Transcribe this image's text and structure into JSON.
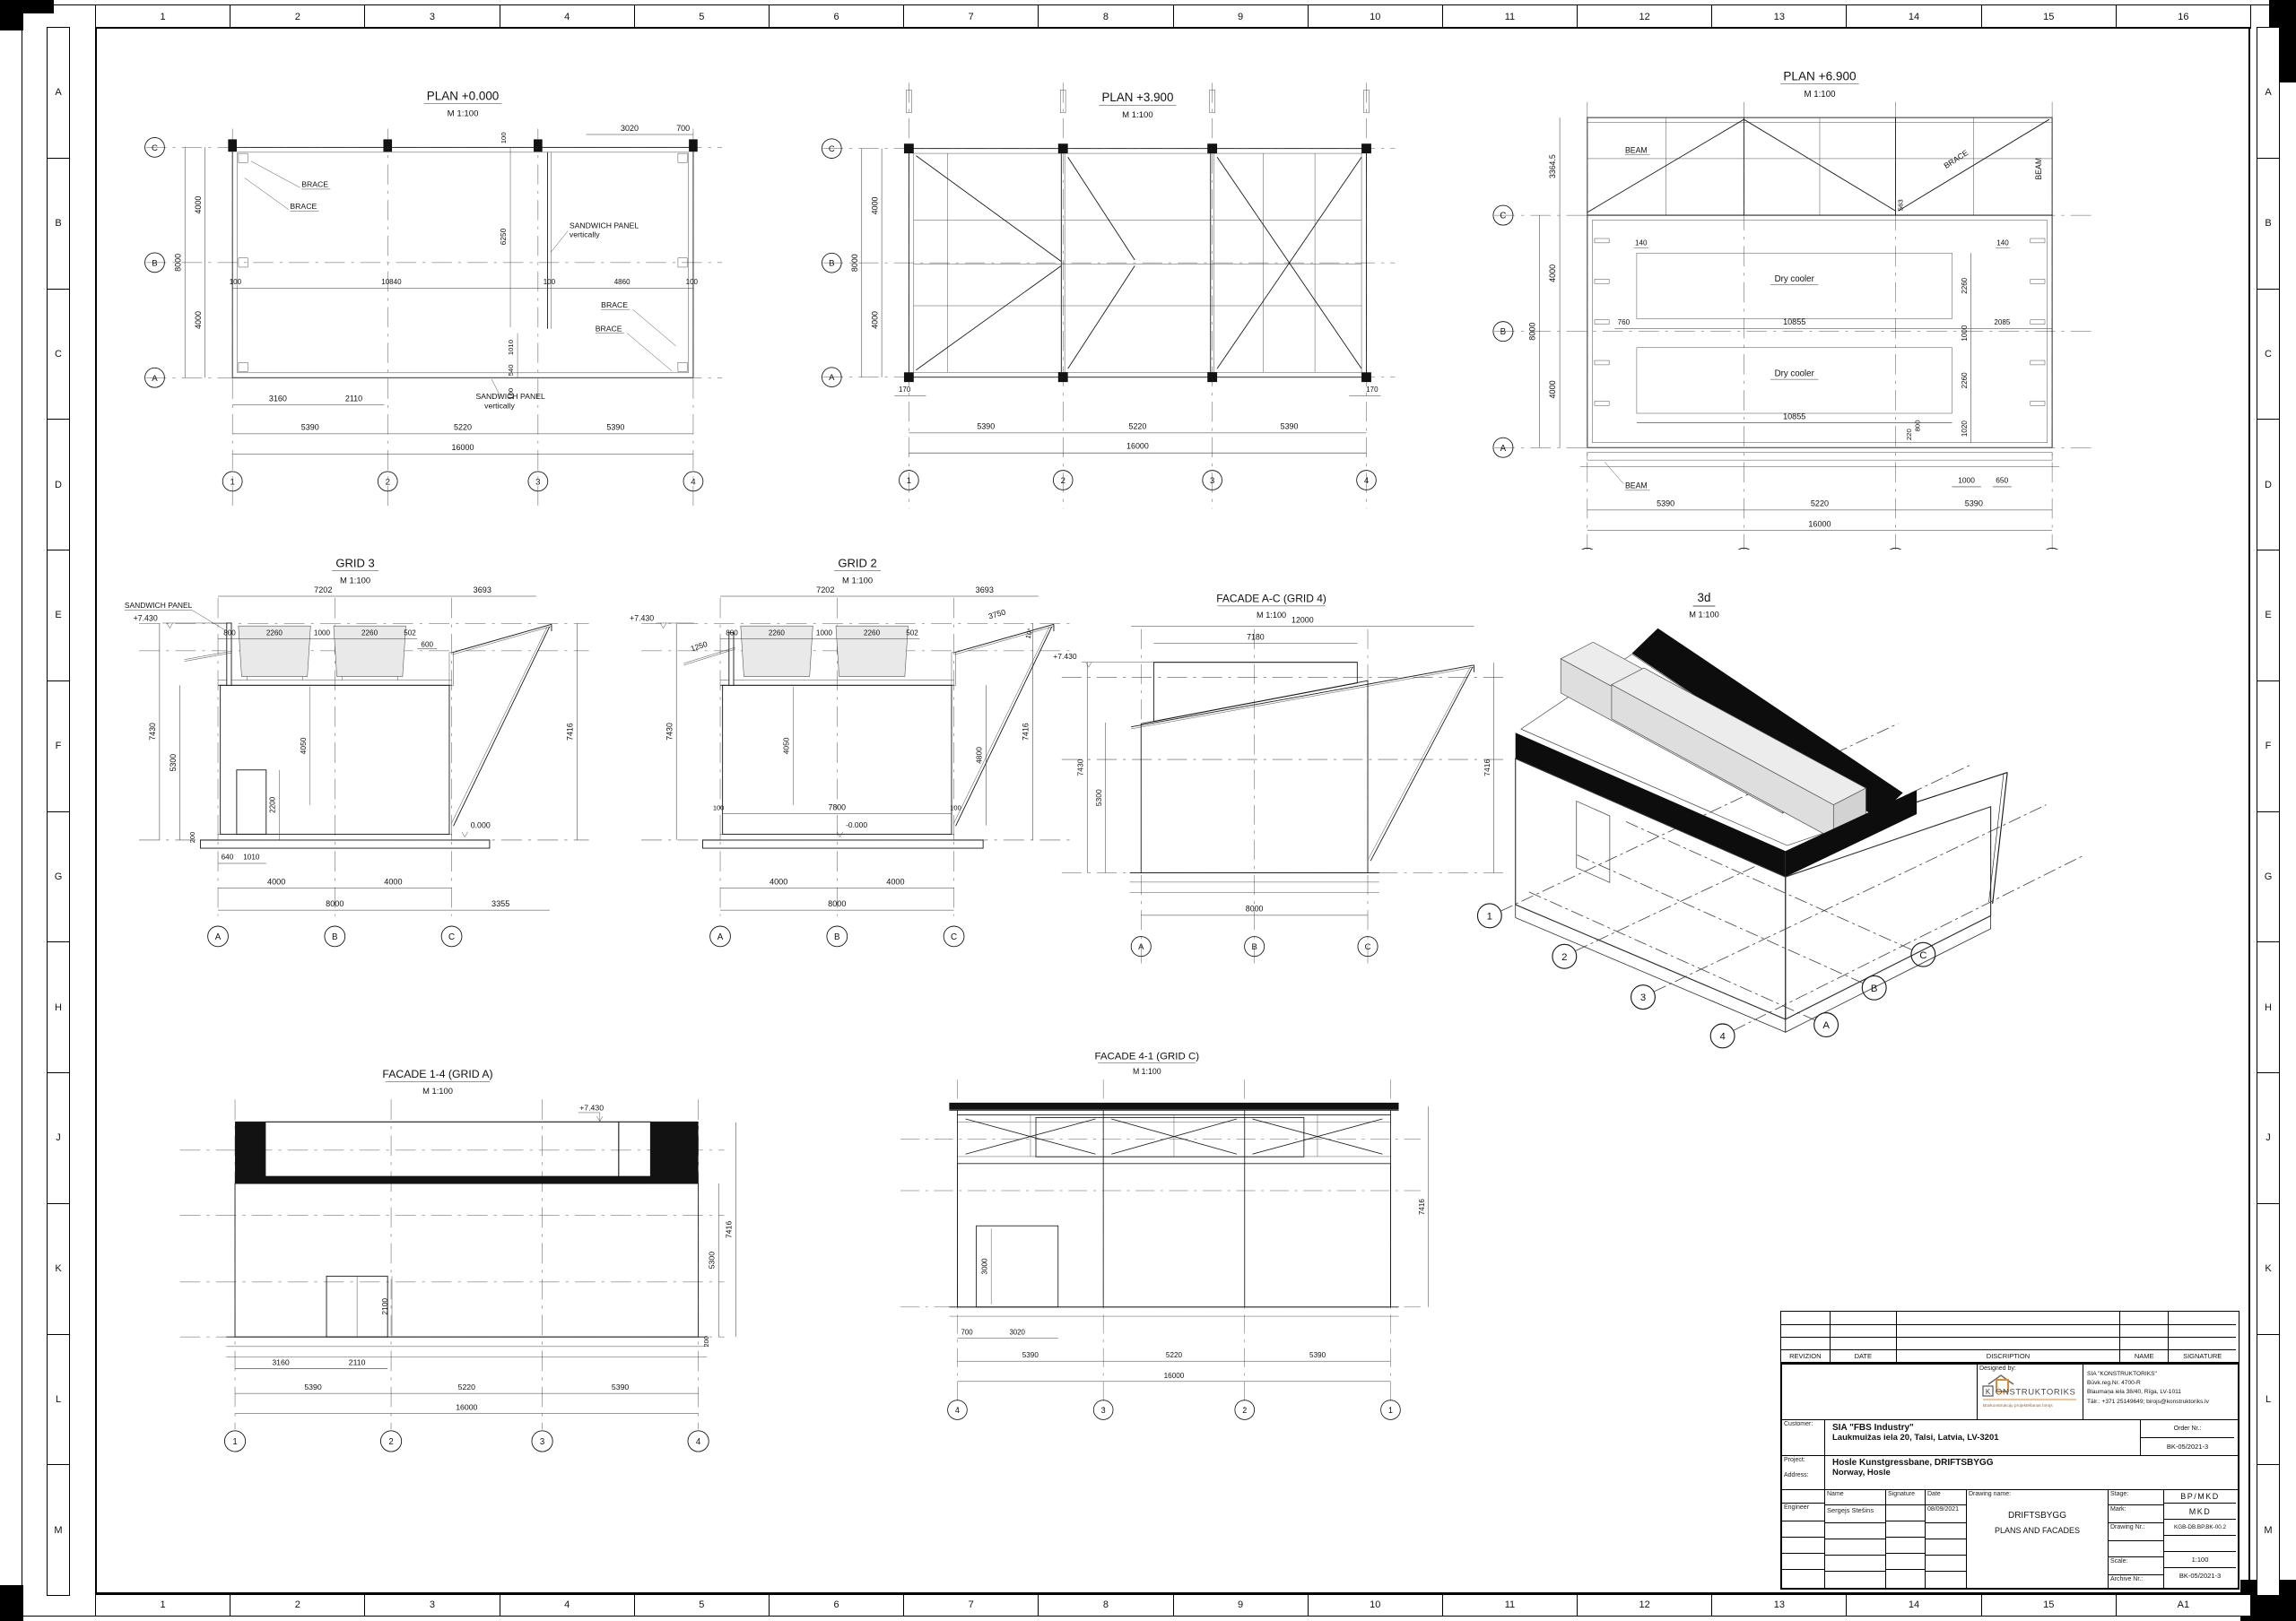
{
  "sheet": {
    "frame": {
      "top": [
        "1",
        "2",
        "3",
        "4",
        "5",
        "6",
        "7",
        "8",
        "9",
        "10",
        "11",
        "12",
        "13",
        "14",
        "15",
        "16"
      ],
      "bottom": [
        "1",
        "2",
        "3",
        "4",
        "5",
        "6",
        "7",
        "8",
        "9",
        "10",
        "11",
        "12",
        "13",
        "14",
        "15",
        "A1"
      ],
      "letters": [
        "A",
        "B",
        "C",
        "D",
        "E",
        "F",
        "G",
        "H",
        "J",
        "K",
        "L",
        "M"
      ]
    }
  },
  "plan0": {
    "title": "PLAN +0.000",
    "scale": "M 1:100",
    "bubbles_left": [
      "C",
      "B",
      "A"
    ],
    "bubbles_bottom": [
      "1",
      "2",
      "3",
      "4"
    ],
    "labels": {
      "brace": "BRACE",
      "sandwich": "SANDWICH PANEL",
      "vertically": "vertically"
    },
    "dims": {
      "top1": "3020",
      "top2": "700",
      "left1": "4000",
      "left2": "4000",
      "left_total": "8000",
      "mid": [
        "100",
        "10840",
        "100",
        "4860",
        "100"
      ],
      "vmid": "6250",
      "v100": "100",
      "door_v": [
        "1010",
        "540",
        "100"
      ],
      "b1": "3160",
      "b2": "2110",
      "b3": [
        "5390",
        "5220",
        "5390"
      ],
      "total": "16000"
    }
  },
  "plan39": {
    "title": "PLAN +3.900",
    "scale": "M 1:100",
    "bubbles_left": [
      "C",
      "B",
      "A"
    ],
    "bubbles_bottom": [
      "1",
      "2",
      "3",
      "4"
    ],
    "dims": {
      "off1": "170",
      "off2": "170",
      "left1": "4000",
      "left2": "4000",
      "left_total": "8000",
      "b3": [
        "5390",
        "5220",
        "5390"
      ],
      "total": "16000"
    }
  },
  "plan69": {
    "title": "PLAN +6.900",
    "scale": "M 1:100",
    "bubbles_left": [
      "C",
      "B",
      "A"
    ],
    "bubbles_bottom": [
      "1",
      "2",
      "3",
      "4"
    ],
    "labels": {
      "beam": "BEAM",
      "brace": "BRACE",
      "dry": "Dry cooler"
    },
    "dims": {
      "truss_h": "3364.5",
      "left1": "4000",
      "left2": "4000",
      "left_total": "8000",
      "len1": "10855",
      "len2": "10855",
      "h1": "2260",
      "h2": "2260",
      "gap": "1000",
      "m140a": "140",
      "m140b": "140",
      "m760": "760",
      "m2085": "2085",
      "m563": "563",
      "m220": "220",
      "m800": "800",
      "m1020": "1020",
      "b1000": "1000",
      "b650": "650",
      "b3": [
        "5390",
        "5220",
        "5390"
      ],
      "total": "16000"
    }
  },
  "grid3": {
    "title": "GRID 3",
    "scale": "M 1:100",
    "bubbles": [
      "A",
      "B",
      "C"
    ],
    "labels": {
      "sandwich": "SANDWICH PANEL"
    },
    "elev_top": "+7.430",
    "elev_zero": "0.000",
    "dims": {
      "t1": "7202",
      "t2": "3693",
      "row": [
        "800",
        "2260",
        "1000",
        "2260",
        "502"
      ],
      "r600": "600",
      "l7430": "7430",
      "l5300": "5300",
      "l200": "200",
      "r7416": "7416",
      "i4050": "4050",
      "i2200": "2200",
      "b640": "640",
      "b1010": "1010",
      "b4000a": "4000",
      "b4000b": "4000",
      "b8000": "8000",
      "b3355": "3355"
    }
  },
  "grid2": {
    "title": "GRID 2",
    "scale": "M 1:100",
    "bubbles": [
      "A",
      "B",
      "C"
    ],
    "elev_top": "+7.430",
    "elev_zero": "-0.000",
    "dims": {
      "t1": "7202",
      "t2": "3693",
      "slope": "3750",
      "angle": "10°",
      "stub": "1250",
      "row": [
        "800",
        "2260",
        "1000",
        "2260",
        "502"
      ],
      "l7430": "7430",
      "r7416": "7416",
      "r4800": "4800",
      "i4050": "4050",
      "i7800": "7800",
      "i100a": "100",
      "i100b": "100",
      "b4000a": "4000",
      "b4000b": "4000",
      "b8000": "8000"
    }
  },
  "facAC": {
    "title": "FACADE A-C (GRID 4)",
    "scale": "M 1:100",
    "bubbles": [
      "A",
      "B",
      "C"
    ],
    "elev_top": "+7.430",
    "dims": {
      "t12000": "12000",
      "t7180": "7180",
      "l7430": "7430",
      "l5300": "5300",
      "r7416": "7416",
      "b8000": "8000"
    }
  },
  "d3": {
    "title": "3d",
    "scale": "M 1:100",
    "bubbles_num": [
      "1",
      "2",
      "3",
      "4"
    ],
    "bubbles_let": [
      "A",
      "B",
      "C"
    ]
  },
  "fac14": {
    "title": "FACADE 1-4 (GRID A)",
    "scale": "M 1:100",
    "bubbles": [
      "1",
      "2",
      "3",
      "4"
    ],
    "elev_top": "+7.430",
    "dims": {
      "r7416": "7416",
      "r5300": "5300",
      "r200": "200",
      "door": "2100",
      "b1": "3160",
      "b2": "2110",
      "b3": [
        "5390",
        "5220",
        "5390"
      ],
      "total": "16000"
    }
  },
  "fac41": {
    "title": "FACADE 4-1 (GRID C)",
    "scale": "M 1:100",
    "bubbles": [
      "4",
      "3",
      "2",
      "1"
    ],
    "dims": {
      "door": "3000",
      "b700": "700",
      "b3020": "3020",
      "b3": [
        "5390",
        "5220",
        "5390"
      ],
      "total": "16000",
      "r7416": "7416"
    }
  },
  "titleblock": {
    "revision": {
      "cols": [
        "REVIZION",
        "DATE",
        "DISCRIPTION",
        "NAME",
        "SIGNATURE"
      ]
    },
    "designed_by": "Designed by:",
    "logo": {
      "k": "K",
      "rest": "ONSTRUKTORIKS",
      "tagline": "Būvkonstrukciju projektēšanas birojs",
      "accent": "#e08a2e"
    },
    "company": [
      "SIA \"KONSTRUKTORIKS\"",
      "Būvk.reg.Nr. 4700-R",
      "Blaumaņa iela 38/40, Rīga, LV-1011",
      "Tālr.: +371 25149649; birojs@konstruktoriks.lv"
    ],
    "customer_label": "Customer:",
    "customer_name": "SIA \"FBS Industry\"",
    "customer_address": "Laukmuižas iela 20, Talsi, Latvia, LV-3201",
    "order_label": "Order Nr.:",
    "order_value": "BK-05/2021-3",
    "project_label": "Project:",
    "project_value": "Hosle Kunstgressbane, DRIFTSBYGG",
    "address_label": "Address:",
    "address_value": "Norway, Hosle",
    "cols": {
      "name": "Name",
      "signature": "Signature",
      "date": "Date"
    },
    "engineer_label": "Engineer",
    "engineer_name": "Sergejs Stešins",
    "engineer_date": "08/09/2021",
    "drawing_name_label": "Drawing name:",
    "drawing_name_1": "DRIFTSBYGG",
    "drawing_name_2": "PLANS AND FACADES",
    "stage_label": "Stage:",
    "stage_value": "BP/MKD",
    "mark_label": "Mark:",
    "mark_value": "MKD",
    "drawing_nr_label": "Drawing Nr.:",
    "drawing_nr_value": "KGB-DB.BP.BK-00.2",
    "scale_label": "Scale:",
    "scale_value": "1:100",
    "archive_label": "Archive Nr.:",
    "archive_value": "BK-05/2021-3"
  }
}
